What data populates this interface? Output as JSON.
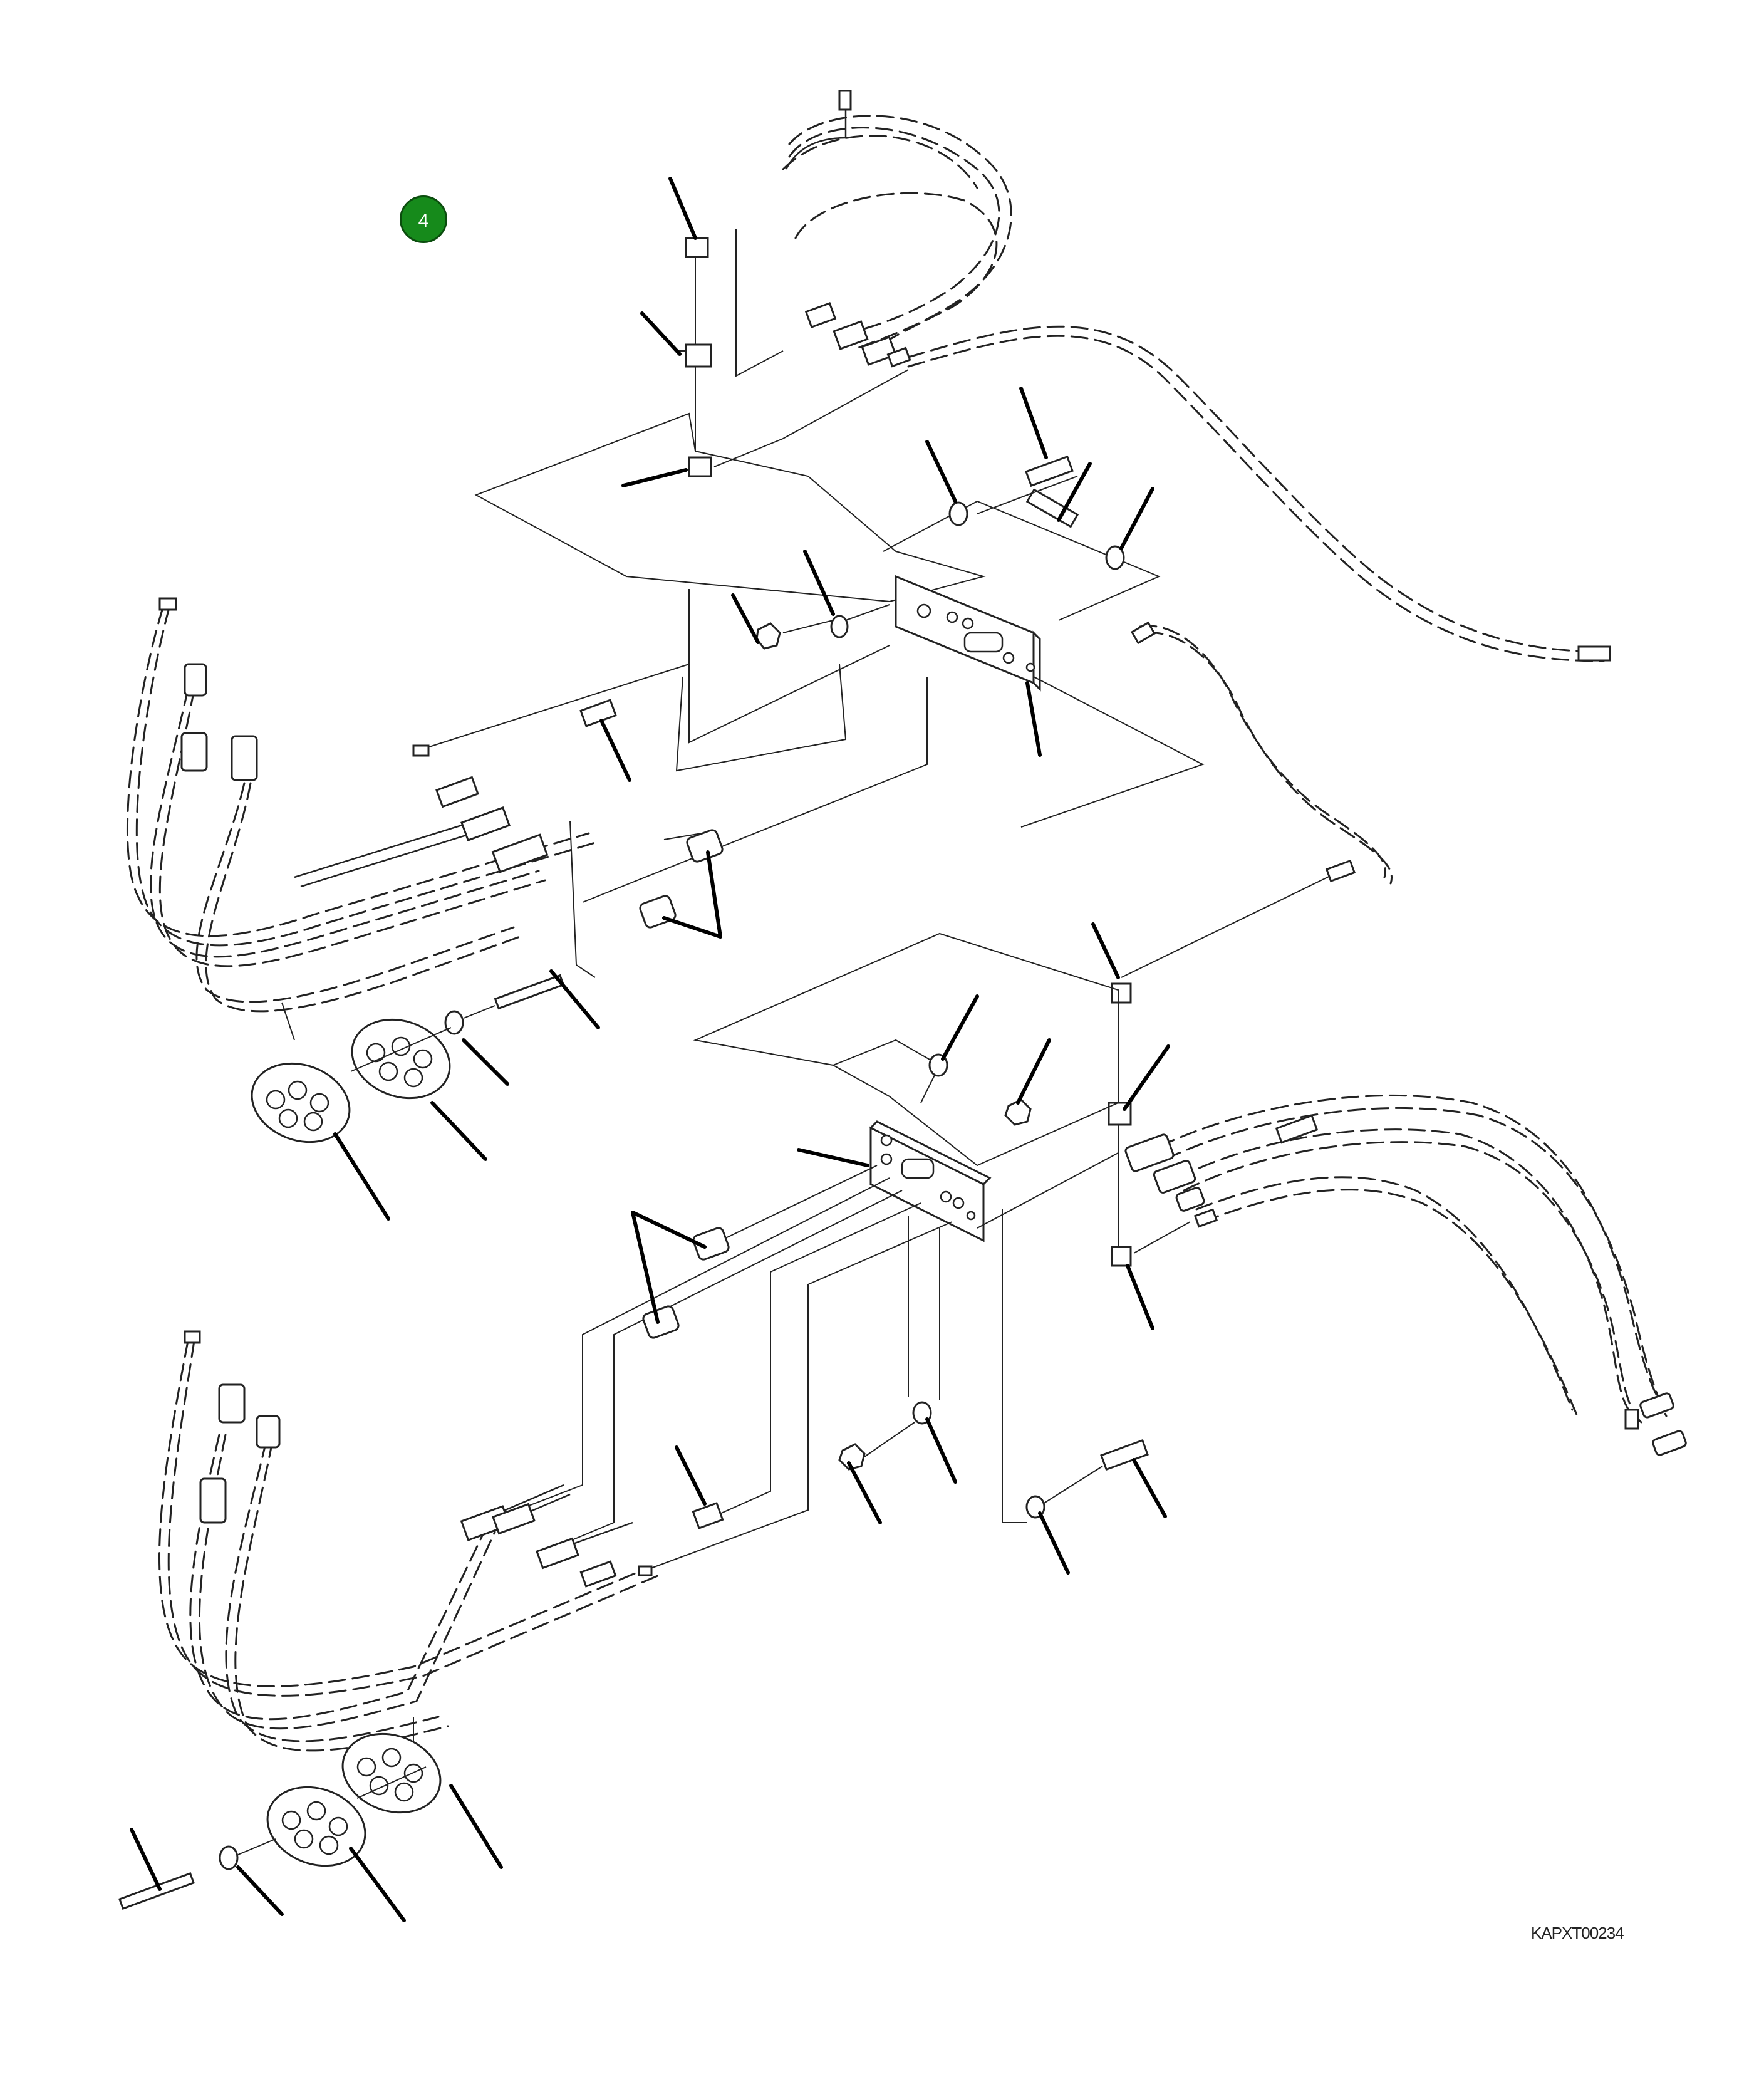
{
  "step_badge": {
    "label": "4",
    "color": "#168a1b"
  },
  "reference_code": "KAPXT00234",
  "leader_line_count": 34
}
